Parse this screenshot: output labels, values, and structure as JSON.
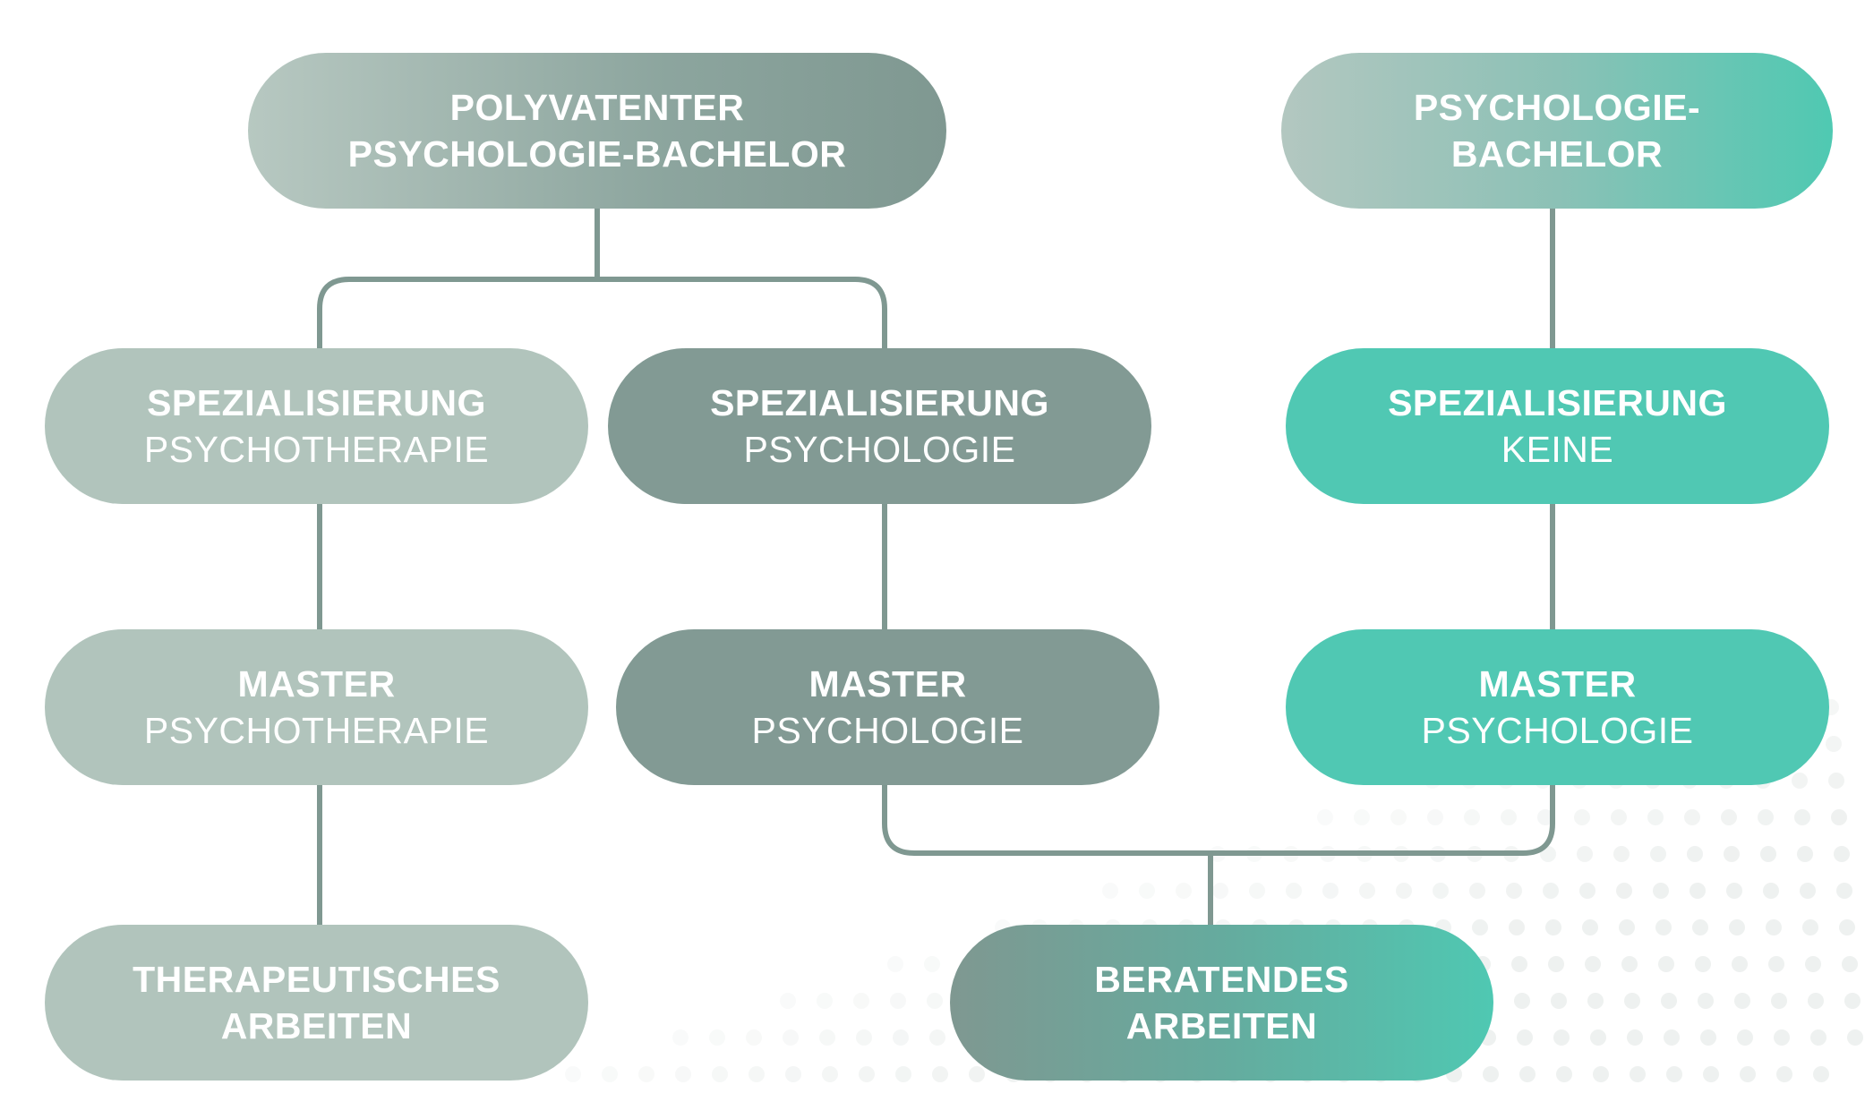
{
  "nodes": {
    "poly": {
      "line1": "POLYVATENTER",
      "line2": "PSYCHOLOGIE-BACHELOR"
    },
    "psyba": {
      "line1": "PSYCHOLOGIE-",
      "line2": "BACHELOR"
    },
    "spez_pt": {
      "line1": "SPEZIALISIERUNG",
      "line2": "PSYCHOTHERAPIE"
    },
    "spez_ps": {
      "line1": "SPEZIALISIERUNG",
      "line2": "PSYCHOLOGIE"
    },
    "spez_k": {
      "line1": "SPEZIALISIERUNG",
      "line2": "KEINE"
    },
    "mst_pt": {
      "line1": "MASTER",
      "line2": "PSYCHOTHERAPIE"
    },
    "mst_ps": {
      "line1": "MASTER",
      "line2": "PSYCHOLOGIE"
    },
    "mst_k": {
      "line1": "MASTER",
      "line2": "PSYCHOLOGIE"
    },
    "ther": {
      "line1": "THERAPEUTISCHES",
      "line2": "ARBEITEN"
    },
    "berat": {
      "line1": "BERATENDES",
      "line2": "ARBEITEN"
    }
  },
  "colors": {
    "connector": "#7f9891",
    "light": "#b1c4bc",
    "dark": "#829a94",
    "teal": "#50c8b3",
    "dots": "#eef1f0"
  }
}
